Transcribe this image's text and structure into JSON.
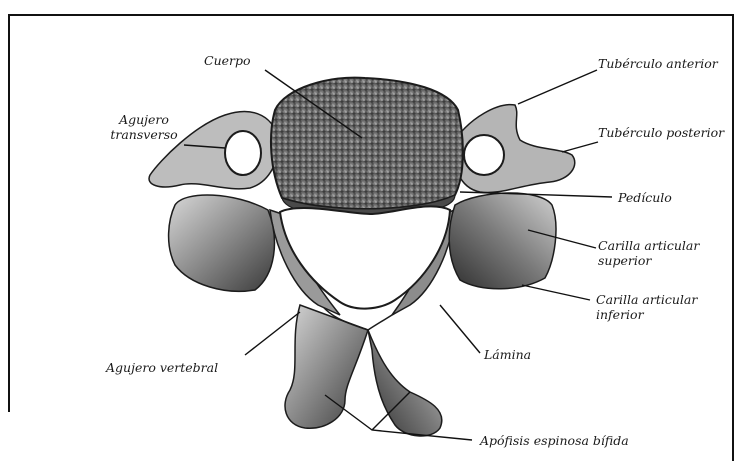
{
  "labels": {
    "cuerpo": "Cuerpo",
    "agujero_transverso_1": "Agujero",
    "agujero_transverso_2": "transverso",
    "tuberculo_anterior": "Tubérculo anterior",
    "tuberculo_posterior": "Tubérculo posterior",
    "pediculo": "Pedículo",
    "carilla_superior_1": "Carilla articular",
    "carilla_superior_2": "superior",
    "carilla_inferior_1": "Carilla articular",
    "carilla_inferior_2": "inferior",
    "lamina": "Lámina",
    "agujero_vertebral": "Agujero vertebral",
    "apofisis": "Apófisis espinosa bífida"
  },
  "colors": {
    "bone_light": "#cfcfcf",
    "bone_mid": "#8a8a8a",
    "bone_dark": "#3a3a3a",
    "line": "#111111"
  }
}
